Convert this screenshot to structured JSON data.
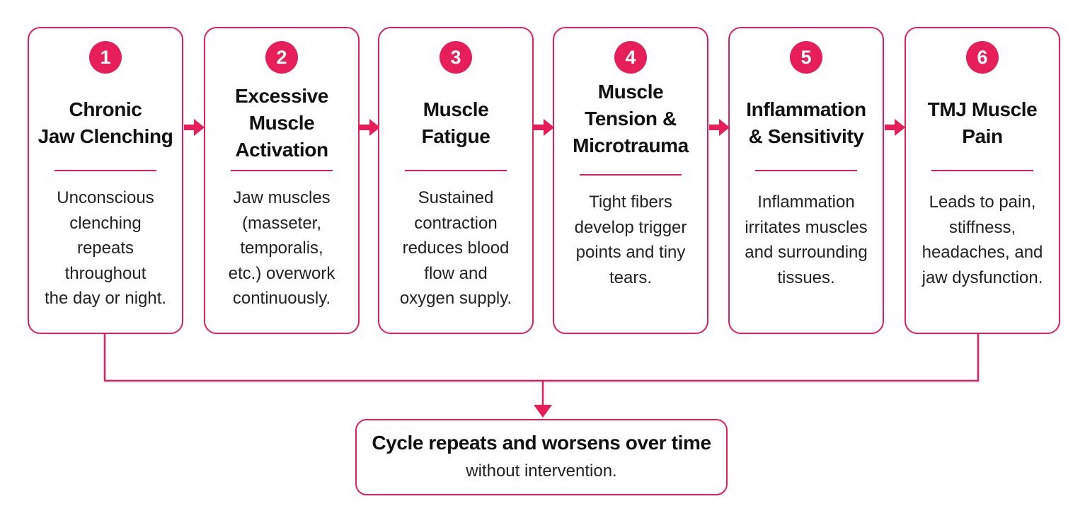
{
  "steps": [
    {
      "number": "1",
      "title_lines": [
        "Chronic",
        "Jaw Clenching"
      ],
      "desc_lines": [
        "Unconscious",
        "clenching",
        "repeats",
        "throughout",
        "the day or night."
      ]
    },
    {
      "number": "2",
      "title_lines": [
        "Excessive",
        "Muscle",
        "Activation"
      ],
      "desc_lines": [
        "Jaw muscles",
        "(masseter,",
        "temporalis,",
        "etc.) overwork",
        "continuously."
      ]
    },
    {
      "number": "3",
      "title_lines": [
        "Muscle",
        "Fatigue"
      ],
      "desc_lines": [
        "Sustained",
        "contraction",
        "reduces blood",
        "flow and",
        "oxygen supply."
      ]
    },
    {
      "number": "4",
      "title_lines": [
        "Muscle",
        "Tension &",
        "Microtrauma"
      ],
      "desc_lines": [
        "Tight fibers",
        "develop trigger",
        "points and tiny",
        "tears."
      ]
    },
    {
      "number": "5",
      "title_lines": [
        "Inflammation",
        "& Sensitivity"
      ],
      "desc_lines": [
        "Inflammation",
        "irritates muscles",
        "and surrounding",
        "tissues."
      ]
    },
    {
      "number": "6",
      "title_lines": [
        "TMJ Muscle",
        "Pain"
      ],
      "desc_lines": [
        "Leads to pain,",
        "stiffness,",
        "headaches, and",
        "jaw dysfunction."
      ]
    }
  ],
  "result": {
    "title": "Cycle repeats and worsens over time",
    "subtitle": "without intervention."
  },
  "colors": {
    "accent": "#e61e5a",
    "background": "#ffffff",
    "text": "#111111"
  }
}
